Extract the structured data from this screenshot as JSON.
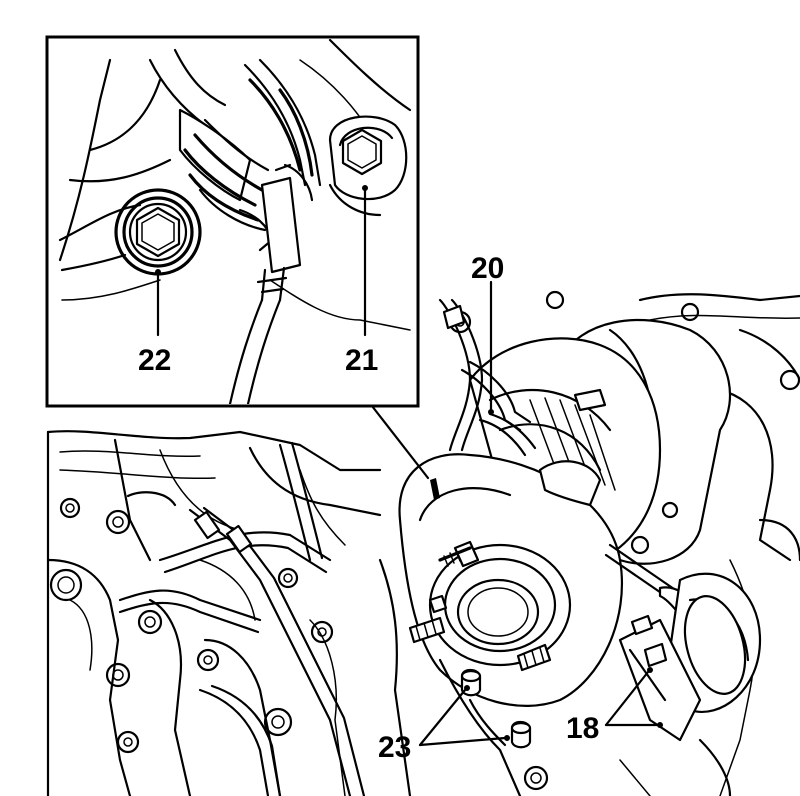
{
  "callouts": {
    "c22": "22",
    "c21": "21",
    "c20": "20",
    "c18": "18",
    "c23": "23"
  }
}
